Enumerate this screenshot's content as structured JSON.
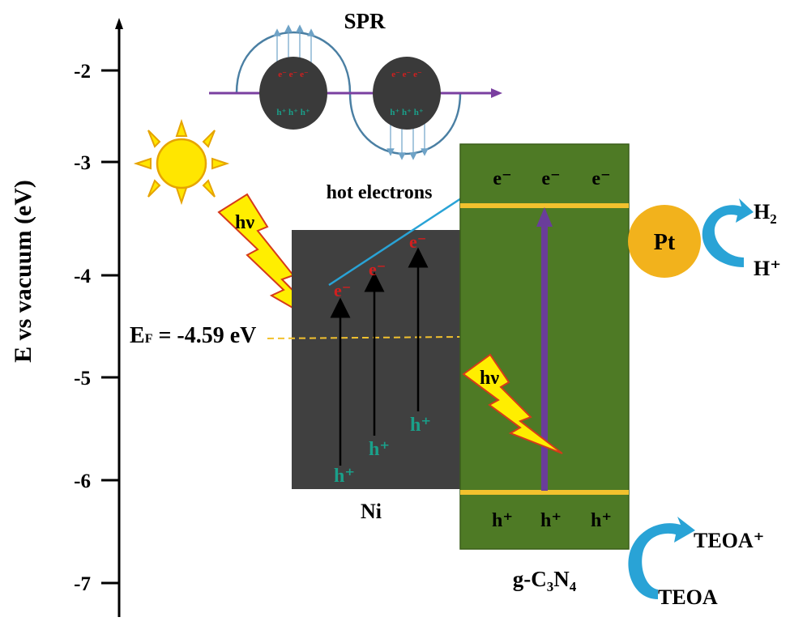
{
  "axis": {
    "label": "E vs vacuum (eV)",
    "ticks": [
      "-2",
      "-3",
      "-4",
      "-5",
      "-6",
      "-7"
    ]
  },
  "spr": {
    "title": "SPR",
    "electron_label": "e⁻ e⁻ e⁻",
    "hole_label": "h⁺ h⁺ h⁺"
  },
  "fermi": {
    "label": "E",
    "sub": "F",
    "value": " = -4.59 eV"
  },
  "hot_electrons": "hot electrons",
  "light": {
    "hv_label": "hν"
  },
  "ni": {
    "label": "Ni",
    "electron": "e⁻",
    "hole": "h⁺"
  },
  "gcn": {
    "label_g": "g-C",
    "sub3": "3",
    "label_n": "N",
    "sub4": "4",
    "cb_electrons": [
      "e⁻",
      "e⁻",
      "e⁻"
    ],
    "vb_holes": [
      "h⁺",
      "h⁺",
      "h⁺"
    ]
  },
  "pt": {
    "label": "Pt",
    "h2": "H",
    "h2_sub": "2",
    "hplus": "H⁺"
  },
  "teoa": {
    "oxidized": "TEOA⁺",
    "reduced": "TEOA"
  },
  "colors": {
    "ni_block": "#404040",
    "gcn_block": "#4e7a25",
    "band_line": "#f2c12e",
    "arrow_purple": "#6a3d9a",
    "cyan_arrow": "#29a3d6",
    "pt_circle": "#f2b21c",
    "sun": "#ffe600",
    "electron_red": "#d21f1f",
    "hole_cyan": "#1aa08a"
  }
}
